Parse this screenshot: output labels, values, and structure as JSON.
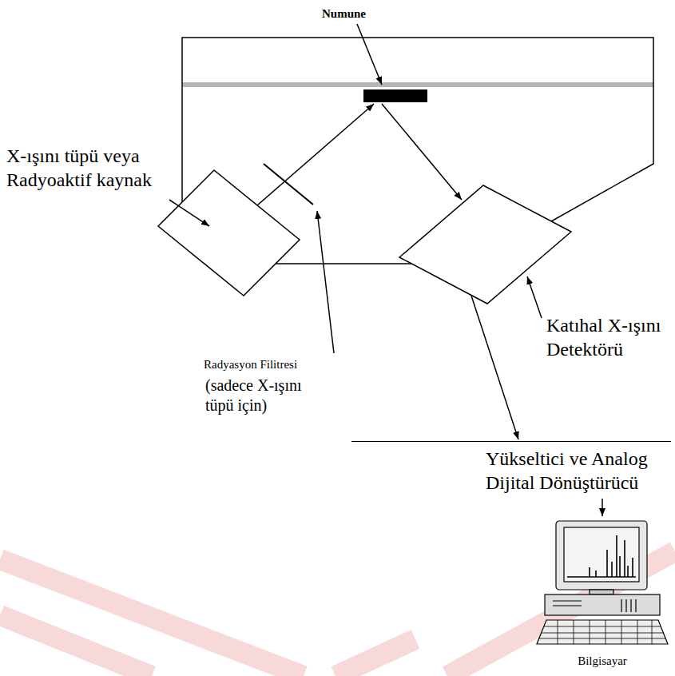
{
  "diagram": {
    "nodes": [
      {
        "text": [
          "Yükseltici ve Analog Dijital Dönüştürücü"
        ]
      },
      {
        "text": [
          "Bilgisayar"
        ]
      }
    ],
    "edges": [
      {
        "from": 0,
        "to": 1,
        "arrow": "to"
      }
    ],
    "labels": [
      "Numune",
      "X-ışını tüpü veya Radyoaktif kaynak",
      "Radyasyon Filitresi",
      "(sadece X-ışını tüpü için)",
      "Katıhal X-ışını Detektörü"
    ]
  }
}
